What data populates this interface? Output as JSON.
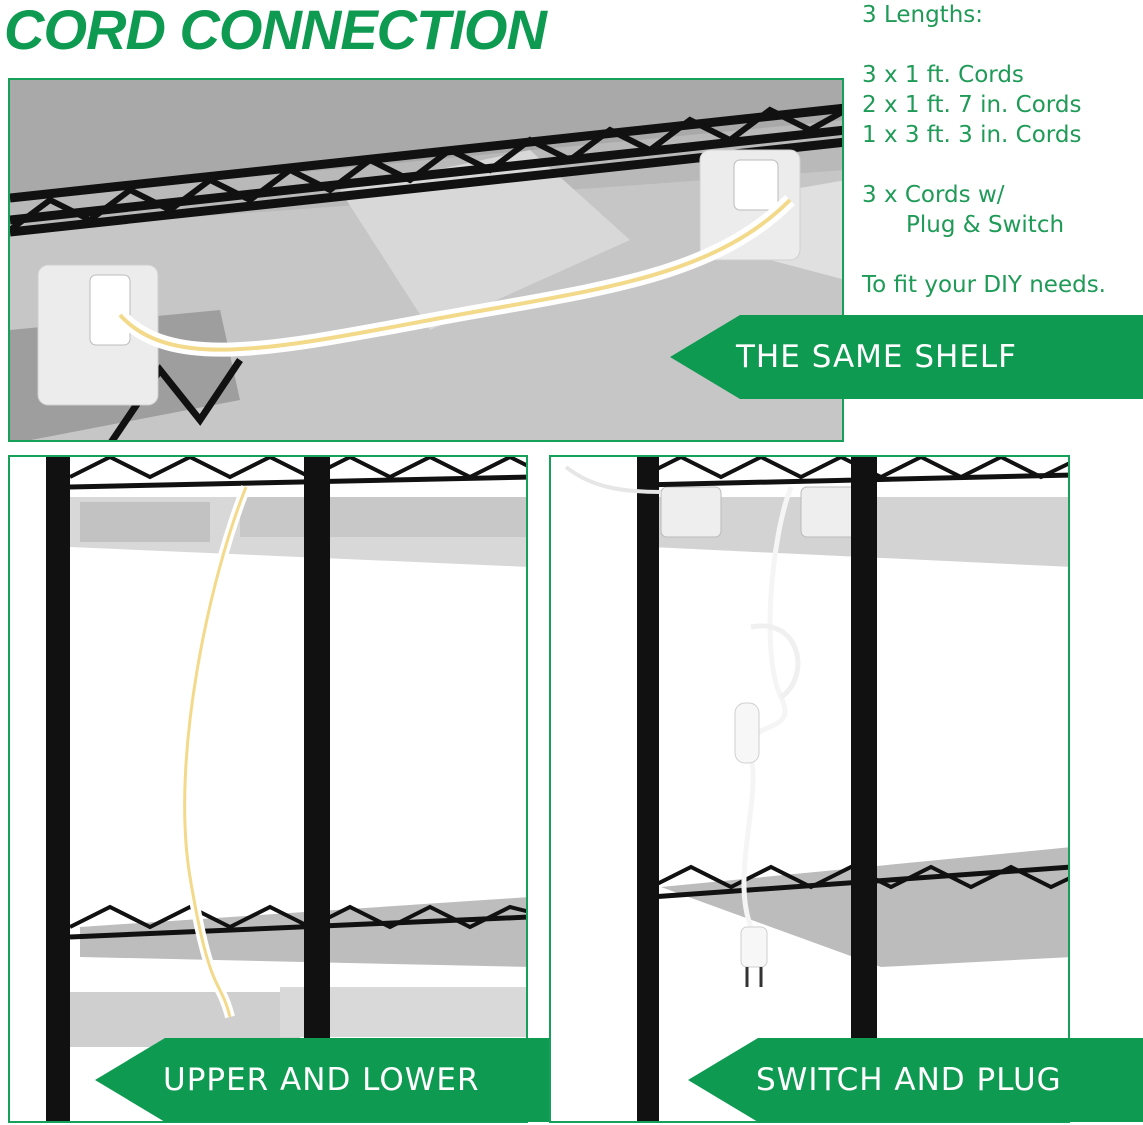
{
  "header": {
    "title": "CORD CONNECTION"
  },
  "specs": {
    "heading": "3 Lengths:",
    "lengths": [
      "3 x 1 ft. Cords",
      "2 x 1 ft. 7 in. Cords",
      "1 x 3 ft. 3 in. Cords"
    ],
    "switch_line1": "3 x Cords w/",
    "switch_line2": "Plug & Switch",
    "footer": "To fit your DIY needs."
  },
  "banners": {
    "same_shelf": "THE SAME SHELF",
    "upper_lower": "UPPER AND LOWER",
    "switch_plug": "SWITCH AND PLUG"
  },
  "colors": {
    "brand_green": "#0f9a52",
    "frame_green": "#16a05a",
    "shelf_black": "#111111",
    "cord_white": "#ffffff",
    "cord_yellow": "#f3d98a"
  }
}
